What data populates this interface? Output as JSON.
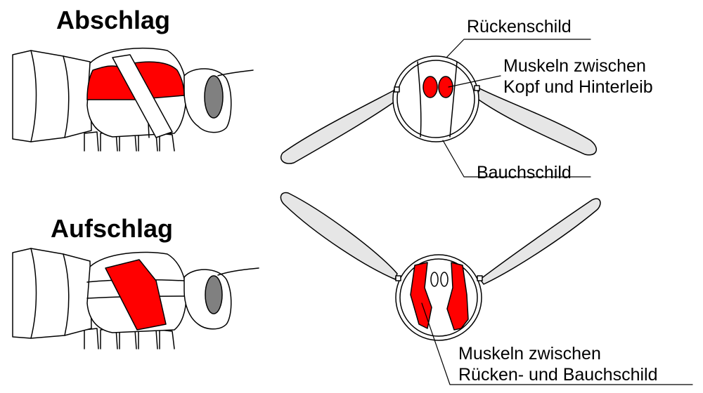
{
  "titles": {
    "downstroke": "Abschlag",
    "upstroke": "Aufschlag"
  },
  "labels": {
    "dorsal_shield": "Rückenschild",
    "muscles_head_line1": "Muskeln zwischen",
    "muscles_head_line2": "Kopf und Hinterleib",
    "ventral_shield": "Bauchschild",
    "muscles_dorsoventral_line1": "Muskeln zwischen",
    "muscles_dorsoventral_line2": "Rücken- und Bauchschild"
  },
  "colors": {
    "muscle": "#ff0000",
    "wing": "#e6e6e6",
    "eye": "#808080",
    "outline": "#000000",
    "background": "#ffffff"
  }
}
